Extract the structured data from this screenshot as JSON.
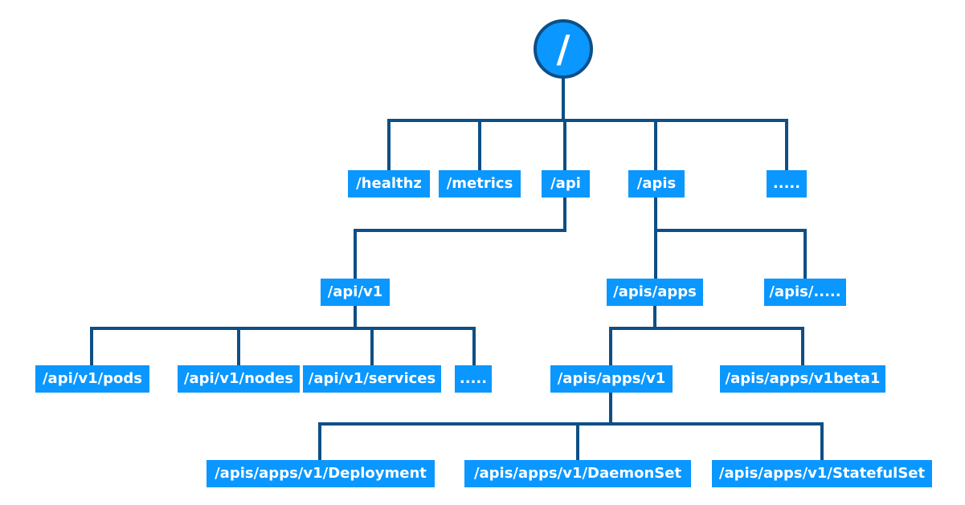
{
  "colors": {
    "node_fill": "#0a97ff",
    "node_text": "#ffffff",
    "line": "#0d4f86"
  },
  "root": {
    "label": "/"
  },
  "nodes": {
    "healthz": "/healthz",
    "metrics": "/metrics",
    "api": "/api",
    "apis": "/apis",
    "more_top": ".....",
    "api_v1": "/api/v1",
    "apis_apps": "/apis/apps",
    "apis_more": "/apis/.....",
    "pods": "/api/v1/pods",
    "nodes": "/api/v1/nodes",
    "services": "/api/v1/services",
    "api_v1_more": ".....",
    "apps_v1": "/apis/apps/v1",
    "apps_v1beta1": "/apis/apps/v1beta1",
    "deployment": "/apis/apps/v1/Deployment",
    "daemonset": "/apis/apps/v1/DaemonSet",
    "statefulset": "/apis/apps/v1/StatefulSet"
  }
}
